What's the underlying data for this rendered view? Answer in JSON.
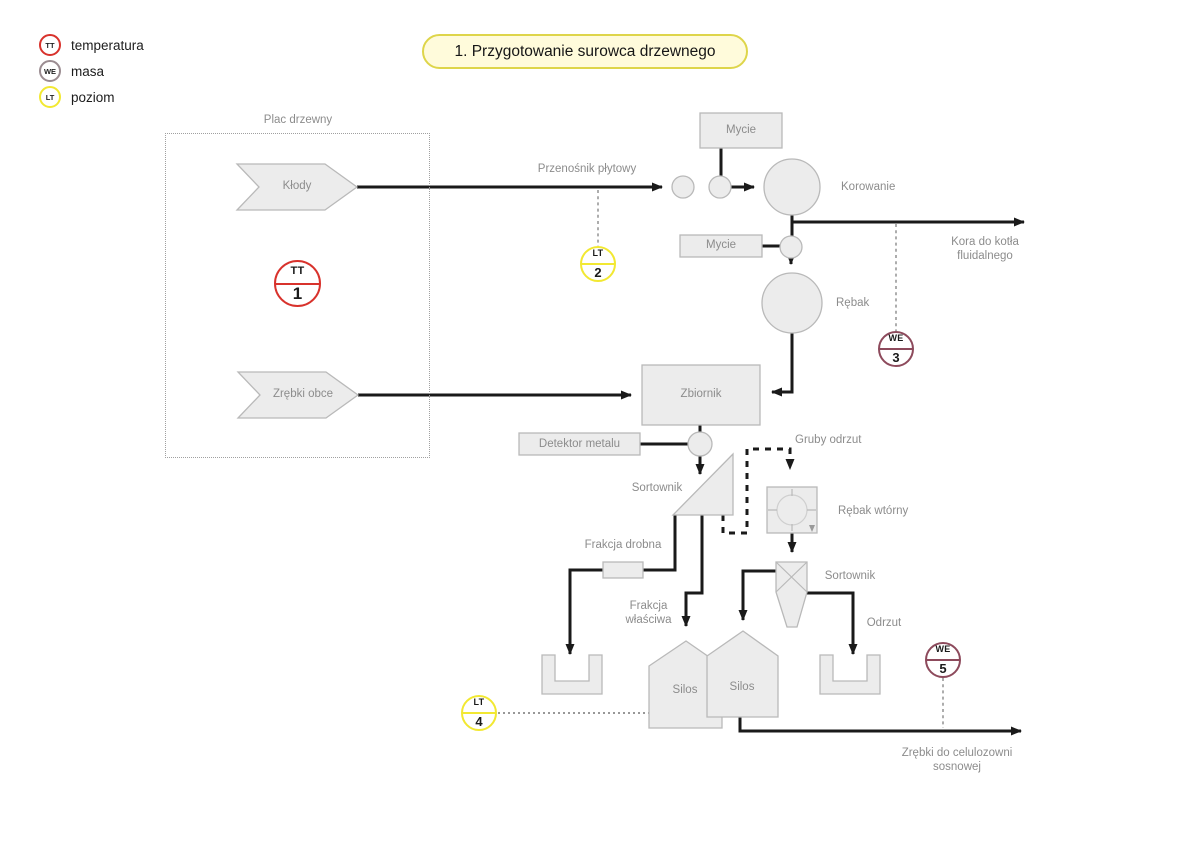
{
  "title": "1. Przygotowanie surowca drzewnego",
  "legend": {
    "items": [
      {
        "tag": "TT",
        "label": "temperatura",
        "color": "#d8322c"
      },
      {
        "tag": "WE",
        "label": "masa",
        "color": "#9b8c91"
      },
      {
        "tag": "LT",
        "label": "poziom",
        "color": "#f2e832"
      }
    ]
  },
  "labels": {
    "plac_drzewny": "Plac drzewny",
    "klody": "Kłody",
    "zrebki_obce": "Zrębki obce",
    "przenosnik_plytowy": "Przenośnik płytowy",
    "mycie_1": "Mycie",
    "mycie_2": "Mycie",
    "korowanie": "Korowanie",
    "kora_do_kotla": "Kora do kotła fluidalnego",
    "rebak": "Rębak",
    "zbiornik": "Zbiornik",
    "detektor_metalu": "Detektor metalu",
    "sortownik_1": "Sortownik",
    "gruby_odrzut": "Gruby odrzut",
    "rebak_wtorny": "Rębak wtórny",
    "sortownik_2": "Sortownik",
    "frakcja_drobna": "Frakcja drobna",
    "frakcja_wlasciwa": "Frakcja właściwa",
    "silos_1": "Silos",
    "silos_2": "Silos",
    "odrzut": "Odrzut",
    "zrebki_do_celulozowni": "Zrębki do celulozowni sosnowej"
  },
  "instruments": [
    {
      "tag": "TT",
      "num": "1",
      "color": "#d8322c"
    },
    {
      "tag": "LT",
      "num": "2",
      "color": "#f2e832"
    },
    {
      "tag": "WE",
      "num": "3",
      "color": "#8d4a5c"
    },
    {
      "tag": "LT",
      "num": "4",
      "color": "#f2e832"
    },
    {
      "tag": "WE",
      "num": "5",
      "color": "#8d4a5c"
    }
  ],
  "colors": {
    "shape_fill": "#ececec",
    "shape_stroke": "#b9b9b9",
    "label_text": "#8c8c8c",
    "flow_line": "#1a1a1a",
    "title_bg": "#fffbdb",
    "title_border": "#ded54a"
  }
}
